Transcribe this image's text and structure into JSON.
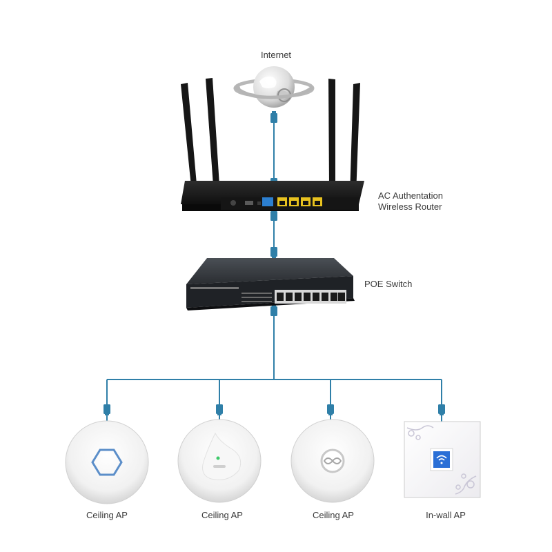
{
  "labels": {
    "internet": "Internet",
    "router_line1": "AC Authentation",
    "router_line2": "Wireless Router",
    "switch": "POE Switch"
  },
  "access_points": [
    {
      "label": "Ceiling AP"
    },
    {
      "label": "Ceiling AP"
    },
    {
      "label": "Ceiling AP"
    },
    {
      "label": "In-wall AP"
    }
  ],
  "colors": {
    "cable": "#2f7fa8",
    "connector": "#2f7fa8",
    "router_ports": "#e8c21f",
    "router_wan_port": "#2c7fd0",
    "device_body": "#1f1f1f",
    "indicator_blue": "#2a6fd6",
    "indicator_green": "#3ec96a"
  },
  "icons": [
    "globe-icon",
    "wifi-icon",
    "infinity-logo-icon",
    "hexagon-logo-icon"
  ]
}
